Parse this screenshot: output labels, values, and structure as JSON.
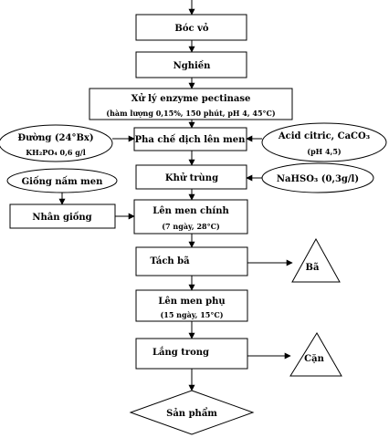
{
  "diagram": {
    "nodes": {
      "boc_vo": "Bóc vỏ",
      "nghien": "Nghiền",
      "xu_ly_enzyme": "Xử lý enzyme pectinase",
      "xu_ly_enzyme_note": "(hàm lượng 0,15%, 150 phút, pH 4, 45°C)",
      "pha_che": "Pha chế dịch lên men",
      "duong": "Đường (24°Bx)",
      "duong_note": "KH₂PO₄ 0,6 g/l",
      "acid": "Acid citric, CaCO₃",
      "acid_note": "(pH 4,5)",
      "khu_trung": "Khử trùng",
      "nahso3": "NaHSO₃ (0,3g/l)",
      "giong_nam_men": "Giống nấm men",
      "nhan_giong": "Nhân giống",
      "len_men_chinh": "Lên men chính",
      "len_men_chinh_note": "(7 ngày, 28°C)",
      "tach_ba": "Tách bã",
      "ba": "Bã",
      "len_men_phu": "Lên men phụ",
      "len_men_phu_note": "(15 ngày, 15°C)",
      "lang_trong": "Lắng trong",
      "can": "Cặn",
      "san_pham": "Sản phẩm"
    }
  }
}
